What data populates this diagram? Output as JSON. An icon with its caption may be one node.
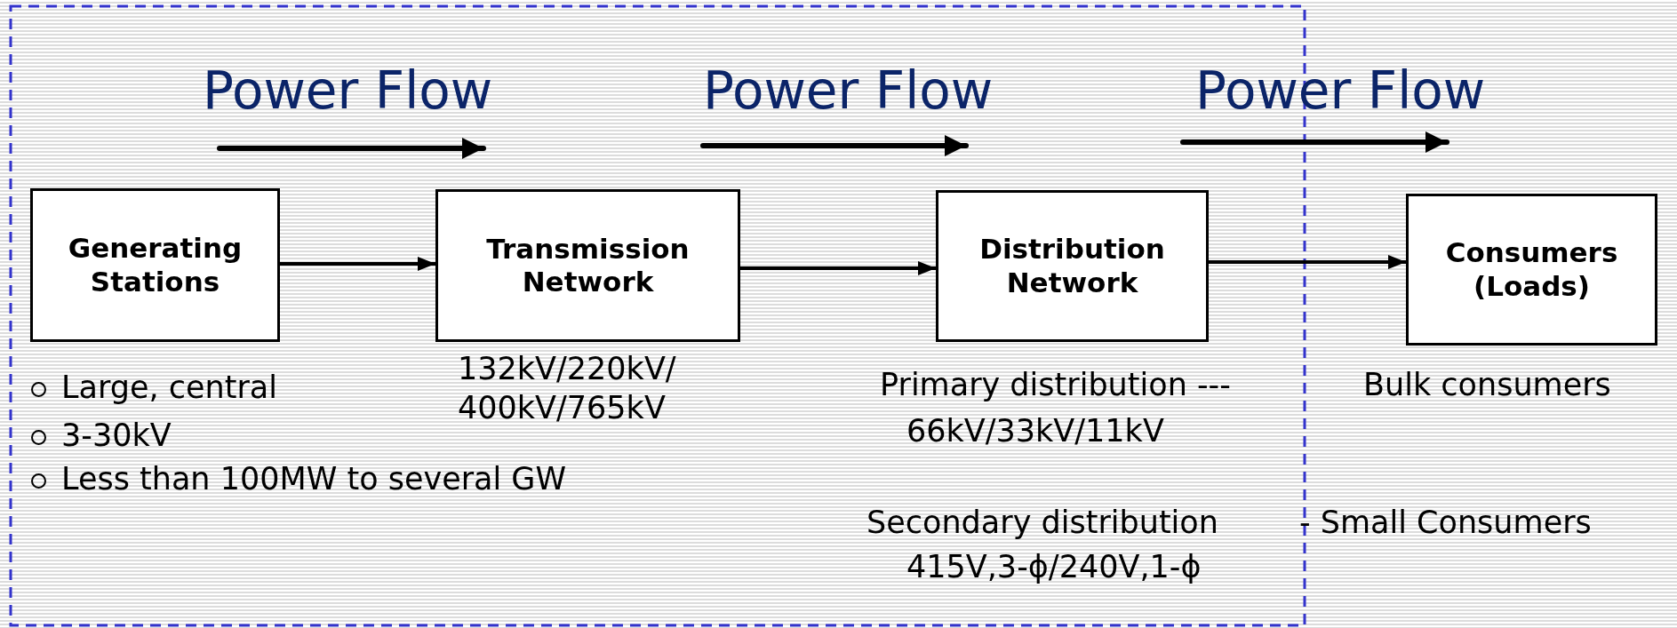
{
  "diagram": {
    "nodes": [
      {
        "text": [
          "Generating Stations"
        ],
        "beside": [
          "Large, central",
          "3-30kV",
          "Less than 100MW to several GW"
        ]
      },
      {
        "text": [
          "Transmission Network"
        ],
        "beside": [
          "132kV/220kV/ 400kV/765kV"
        ]
      },
      {
        "text": [
          "Distribution Network"
        ],
        "beside": [
          "Primary distribution ---",
          "66kV/33kV/11kV",
          "Secondary distribution",
          "415V,3-ϕ/240V,1-ϕ"
        ]
      },
      {
        "text": [
          "Consumers (Loads)"
        ],
        "beside": [
          "Bulk consumers",
          "- Small Consumers"
        ]
      }
    ],
    "edges": [
      {
        "from": 0,
        "to": 1,
        "arrow": "to"
      },
      {
        "from": 1,
        "to": 2,
        "arrow": "to"
      },
      {
        "from": 2,
        "to": 3,
        "arrow": "to"
      }
    ],
    "labels": [
      "Power Flow",
      "Power Flow",
      "Power Flow"
    ]
  }
}
